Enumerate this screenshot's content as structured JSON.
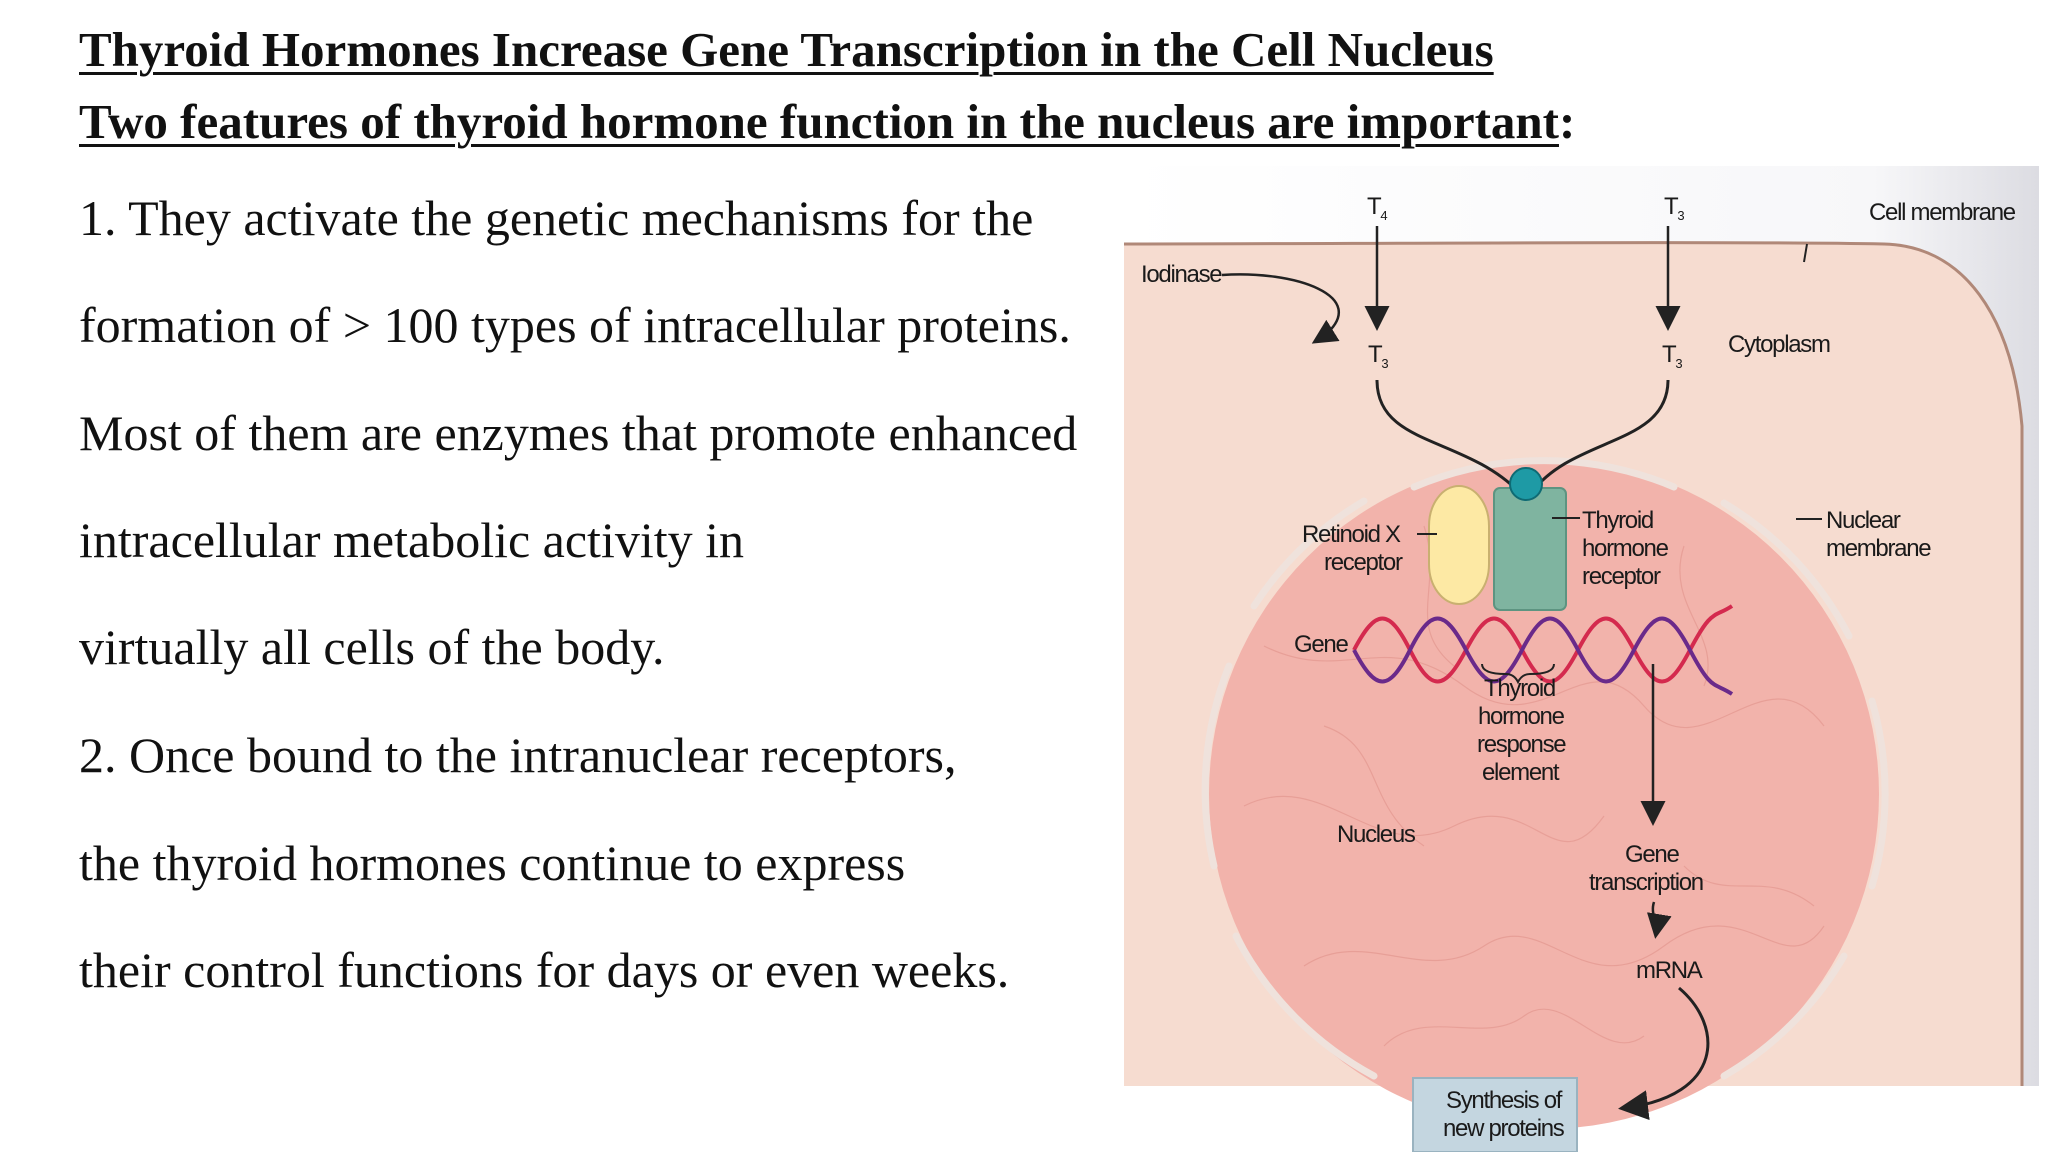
{
  "heading": {
    "title": "Thyroid Hormones Increase Gene Transcription in the Cell Nucleus",
    "subtitle": "Two features of thyroid hormone function in the nucleus are important",
    "subtitle_suffix": ":"
  },
  "body_lines": [
    "1. They activate the genetic mechanisms for the",
    "formation of > 100 types of  intracellular proteins.",
    "Most of them  are enzymes that promote enhanced",
    "intracellular metabolic activity in",
    "virtually all cells of the body.",
    "2. Once bound to the intranuclear receptors,",
    "the thyroid hormones continue to express",
    "their control functions for days or even weeks."
  ],
  "diagram": {
    "colors": {
      "cytoplasm": "#f6dcd0",
      "nucleus": "#f2b3ab",
      "receptor_rxr": "#fde9a4",
      "receptor_thr": "#7fb4a0",
      "hormone_dot": "#1e9aa5",
      "dna_red": "#d42a4e",
      "dna_purple": "#6a2a8a",
      "box": "#c4d6e0"
    },
    "labels": {
      "t4": "T",
      "t4_sub": "4",
      "t3": "T",
      "t3_sub": "3",
      "cell_membrane": "Cell membrane",
      "iodinase": "Iodinase",
      "cytoplasm": "Cytoplasm",
      "rxr_line1": "Retinoid X",
      "rxr_line2": "receptor",
      "thr_line1": "Thyroid",
      "thr_line2": "hormone",
      "thr_line3": "receptor",
      "nuclear_line1": "Nuclear",
      "nuclear_line2": "membrane",
      "gene": "Gene",
      "tre_line1": "Thyroid",
      "tre_line2": "hormone",
      "tre_line3": "response",
      "tre_line4": "element",
      "nucleus": "Nucleus",
      "gt_line1": "Gene",
      "gt_line2": "transcription",
      "mrna": "mRNA",
      "syn_line1": "Synthesis of",
      "syn_line2": "new proteins"
    }
  }
}
